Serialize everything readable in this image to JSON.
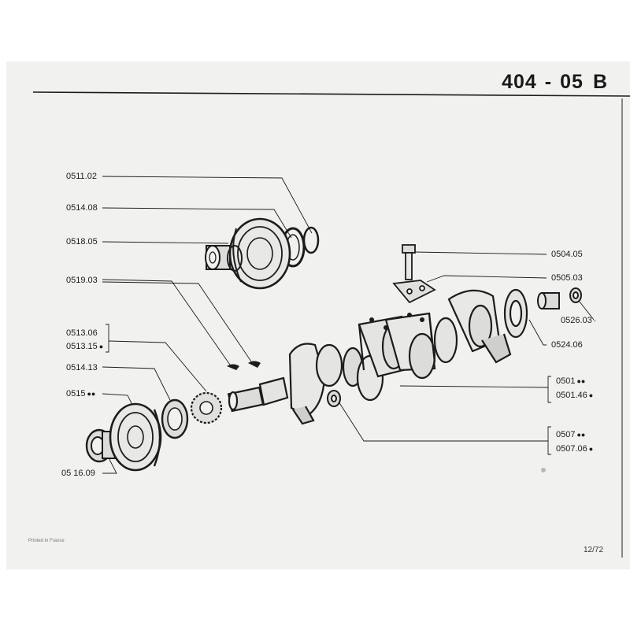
{
  "header": {
    "model": "404",
    "separator": "-",
    "section": "05",
    "revision": "B"
  },
  "callouts": [
    {
      "id": "c1",
      "ref": "0511.02",
      "marks": ""
    },
    {
      "id": "c2",
      "ref": "0514.08",
      "marks": ""
    },
    {
      "id": "c3",
      "ref": "0518.05",
      "marks": ""
    },
    {
      "id": "c4",
      "ref": "0519.03",
      "marks": ""
    },
    {
      "id": "c5",
      "ref": "0513.06",
      "marks": ""
    },
    {
      "id": "c6",
      "ref": "0513.15",
      "marks": "●"
    },
    {
      "id": "c7",
      "ref": "0514.13",
      "marks": ""
    },
    {
      "id": "c8",
      "ref": "0515",
      "marks": "●●"
    },
    {
      "id": "c9",
      "ref": "05 16.09",
      "marks": ""
    },
    {
      "id": "c10",
      "ref": "0504.05",
      "marks": ""
    },
    {
      "id": "c11",
      "ref": "0505.03",
      "marks": ""
    },
    {
      "id": "c12",
      "ref": "0526.03",
      "marks": "-"
    },
    {
      "id": "c13",
      "ref": "0524.06",
      "marks": ""
    },
    {
      "id": "c14",
      "ref": "0501",
      "marks": "●●"
    },
    {
      "id": "c15",
      "ref": "0501.46",
      "marks": "●"
    },
    {
      "id": "c16",
      "ref": "0507",
      "marks": "●●"
    },
    {
      "id": "c17",
      "ref": "0507.06",
      "marks": "●"
    }
  ],
  "footer": {
    "printed_note": "Printed in France",
    "page_number": "12/72"
  },
  "colors": {
    "ink": "#1c1c1c",
    "paper": "#f1f1ef"
  }
}
